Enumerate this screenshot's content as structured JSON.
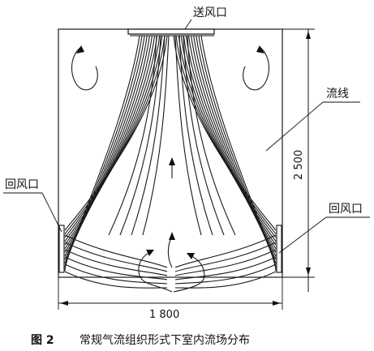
{
  "labels": {
    "supply_outlet": "送风口",
    "return_left": "回风口",
    "return_right": "回风口",
    "streamline": "流线",
    "height_dim": "2 500",
    "width_dim": "1 800"
  },
  "caption": {
    "number": "图 2",
    "text": "常规气流组织形式下室内流场分布"
  }
}
